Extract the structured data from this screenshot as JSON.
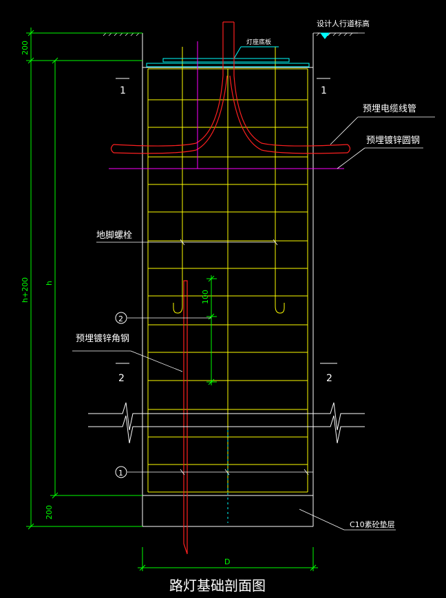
{
  "title": "路灯基础剖面图",
  "labels": {
    "design_grade": "设计人行道标高",
    "lamp_base": "灯座底板",
    "cable_conduit": "预埋电缆线管",
    "galv_round_steel": "预埋镀锌圆钢",
    "anchor_bolt": "地脚螺栓",
    "galv_angle_steel": "预埋镀锌角钢",
    "c10_cushion": "C10素砼垫层"
  },
  "section_marks": {
    "one": "1",
    "two": "2"
  },
  "callouts": {
    "c1": "1",
    "c2": "2"
  },
  "dimensions": {
    "top": "200",
    "bottom": "200",
    "total": "h+200",
    "h": "h",
    "anchor": "100",
    "width": "D"
  },
  "colors": {
    "background": "#000000",
    "outline": "#ffffff",
    "rebar": "#ffff00",
    "conduit": "#ff2020",
    "galv_steel": "#ff00ff",
    "dimension": "#00ff00",
    "lamp_base": "#00ffff"
  }
}
